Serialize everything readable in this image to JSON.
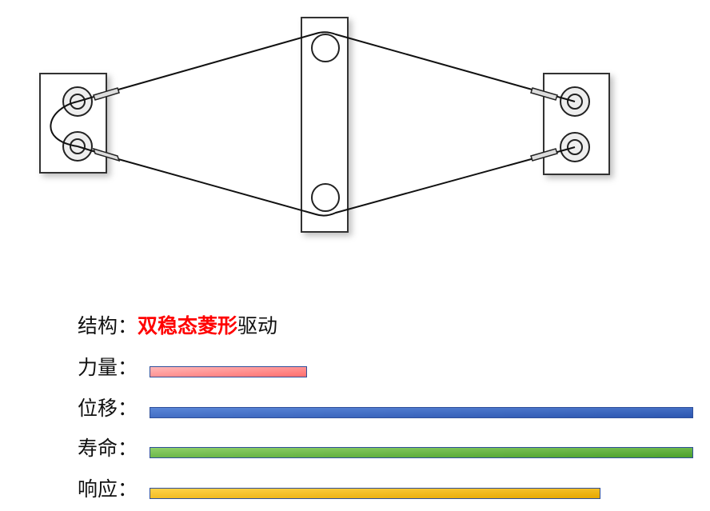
{
  "structure": {
    "label": "结构：",
    "highlight": "双稳态菱形",
    "suffix": "驱动"
  },
  "metrics": [
    {
      "label": "力量：",
      "value": 0.29,
      "color_start": "#ffb8b8",
      "color_end": "#ff6e6e"
    },
    {
      "label": "位移：",
      "value": 1.0,
      "color_start": "#5a86d8",
      "color_end": "#2c56b0"
    },
    {
      "label": "寿命：",
      "value": 1.0,
      "color_start": "#8fd06a",
      "color_end": "#4aa02c"
    },
    {
      "label": "响应：",
      "value": 0.83,
      "color_start": "#ffd24a",
      "color_end": "#e6a800"
    }
  ]
}
